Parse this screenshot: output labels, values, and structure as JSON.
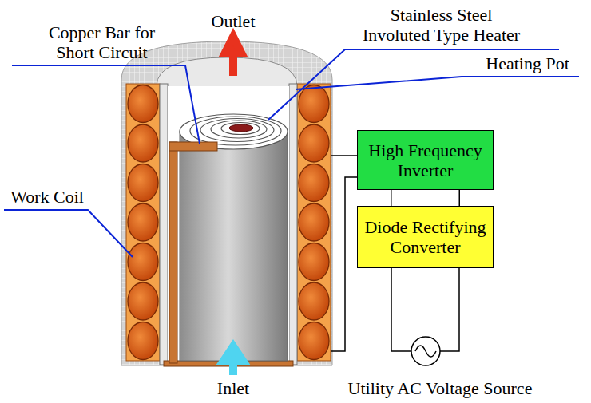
{
  "diagram": {
    "nodes": [
      {
        "text": [
          "High Frequency Inverter"
        ]
      },
      {
        "text": [
          "Diode Rectifying Converter"
        ]
      }
    ],
    "edges": [
      {
        "from": 0,
        "to": 1,
        "arrow": "none"
      },
      {
        "from": 0,
        "to": 1,
        "arrow": "none"
      }
    ],
    "labels": [
      "Copper Bar for Short Circuit",
      "Outlet",
      "Stainless Steel Involuted Type Heater",
      "Heating Pot",
      "Work Coil",
      "Inlet",
      "Utility AC Voltage Source"
    ]
  }
}
